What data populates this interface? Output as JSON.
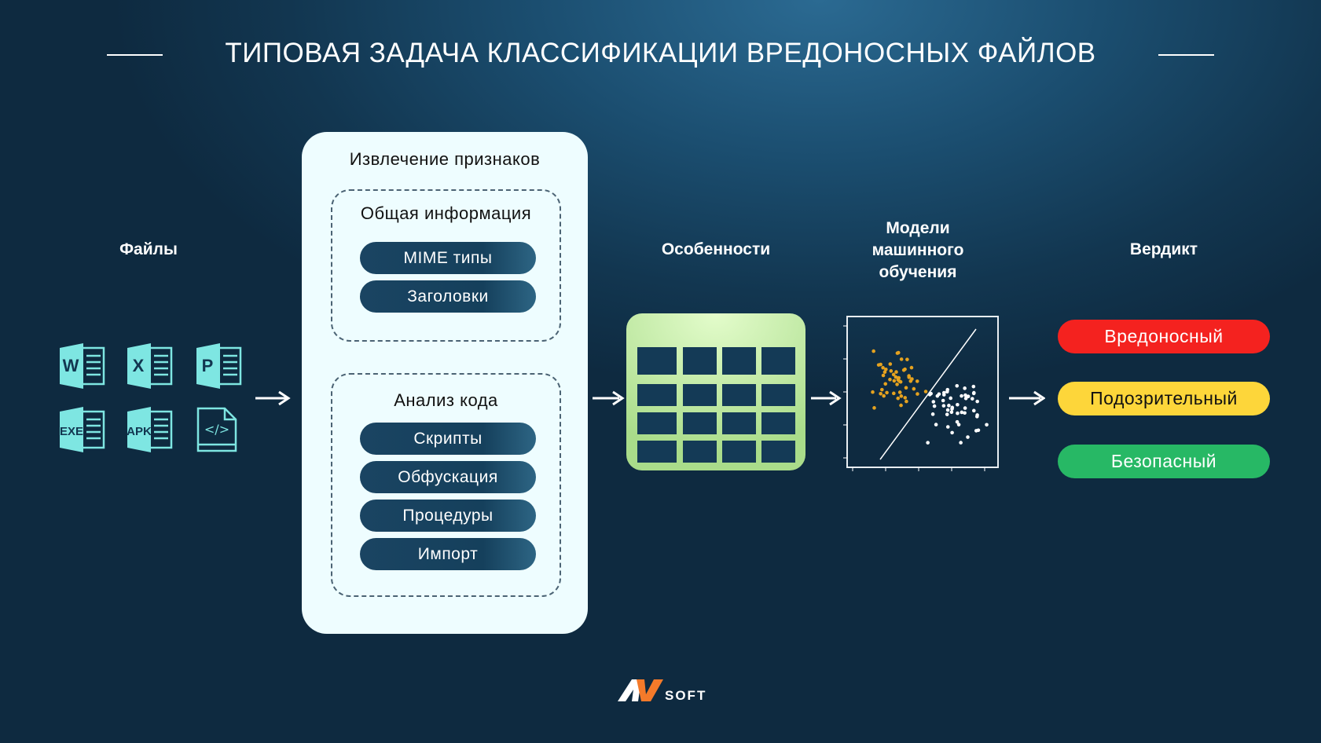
{
  "title": "ТИПОВАЯ ЗАДАЧА КЛАССИФИКАЦИИ ВРЕДОНОСНЫХ ФАЙЛОВ",
  "files": {
    "label": "Файлы",
    "icons": [
      {
        "name": "word-file-icon",
        "letter": "W"
      },
      {
        "name": "excel-file-icon",
        "letter": "X"
      },
      {
        "name": "powerpoint-file-icon",
        "letter": "P"
      },
      {
        "name": "exe-file-icon",
        "letter": "EXE"
      },
      {
        "name": "apk-file-icon",
        "letter": "APK"
      },
      {
        "name": "code-file-icon",
        "letter": "</>"
      }
    ]
  },
  "extraction": {
    "title": "Извлечение признаков",
    "general": {
      "title": "Общая информация",
      "items": [
        "MIME типы",
        "Заголовки"
      ]
    },
    "code": {
      "title": "Анализ кода",
      "items": [
        "Скрипты",
        "Обфускация",
        "Процедуры",
        "Импорт"
      ]
    }
  },
  "features": {
    "label": "Особенности"
  },
  "models": {
    "label_lines": [
      "Модели",
      "машинного",
      "обучения"
    ]
  },
  "verdict": {
    "label": "Вердикт",
    "items": [
      {
        "label": "Вредоносный",
        "color": "#f4221f",
        "text": "#ffffff"
      },
      {
        "label": "Подозрительный",
        "color": "#fdd63a",
        "text": "#111111"
      },
      {
        "label": "Безопасный",
        "color": "#27b865",
        "text": "#ffffff"
      }
    ]
  },
  "logo": {
    "mark": "AV",
    "text": "SOFT",
    "accent": "#f47a2a"
  }
}
